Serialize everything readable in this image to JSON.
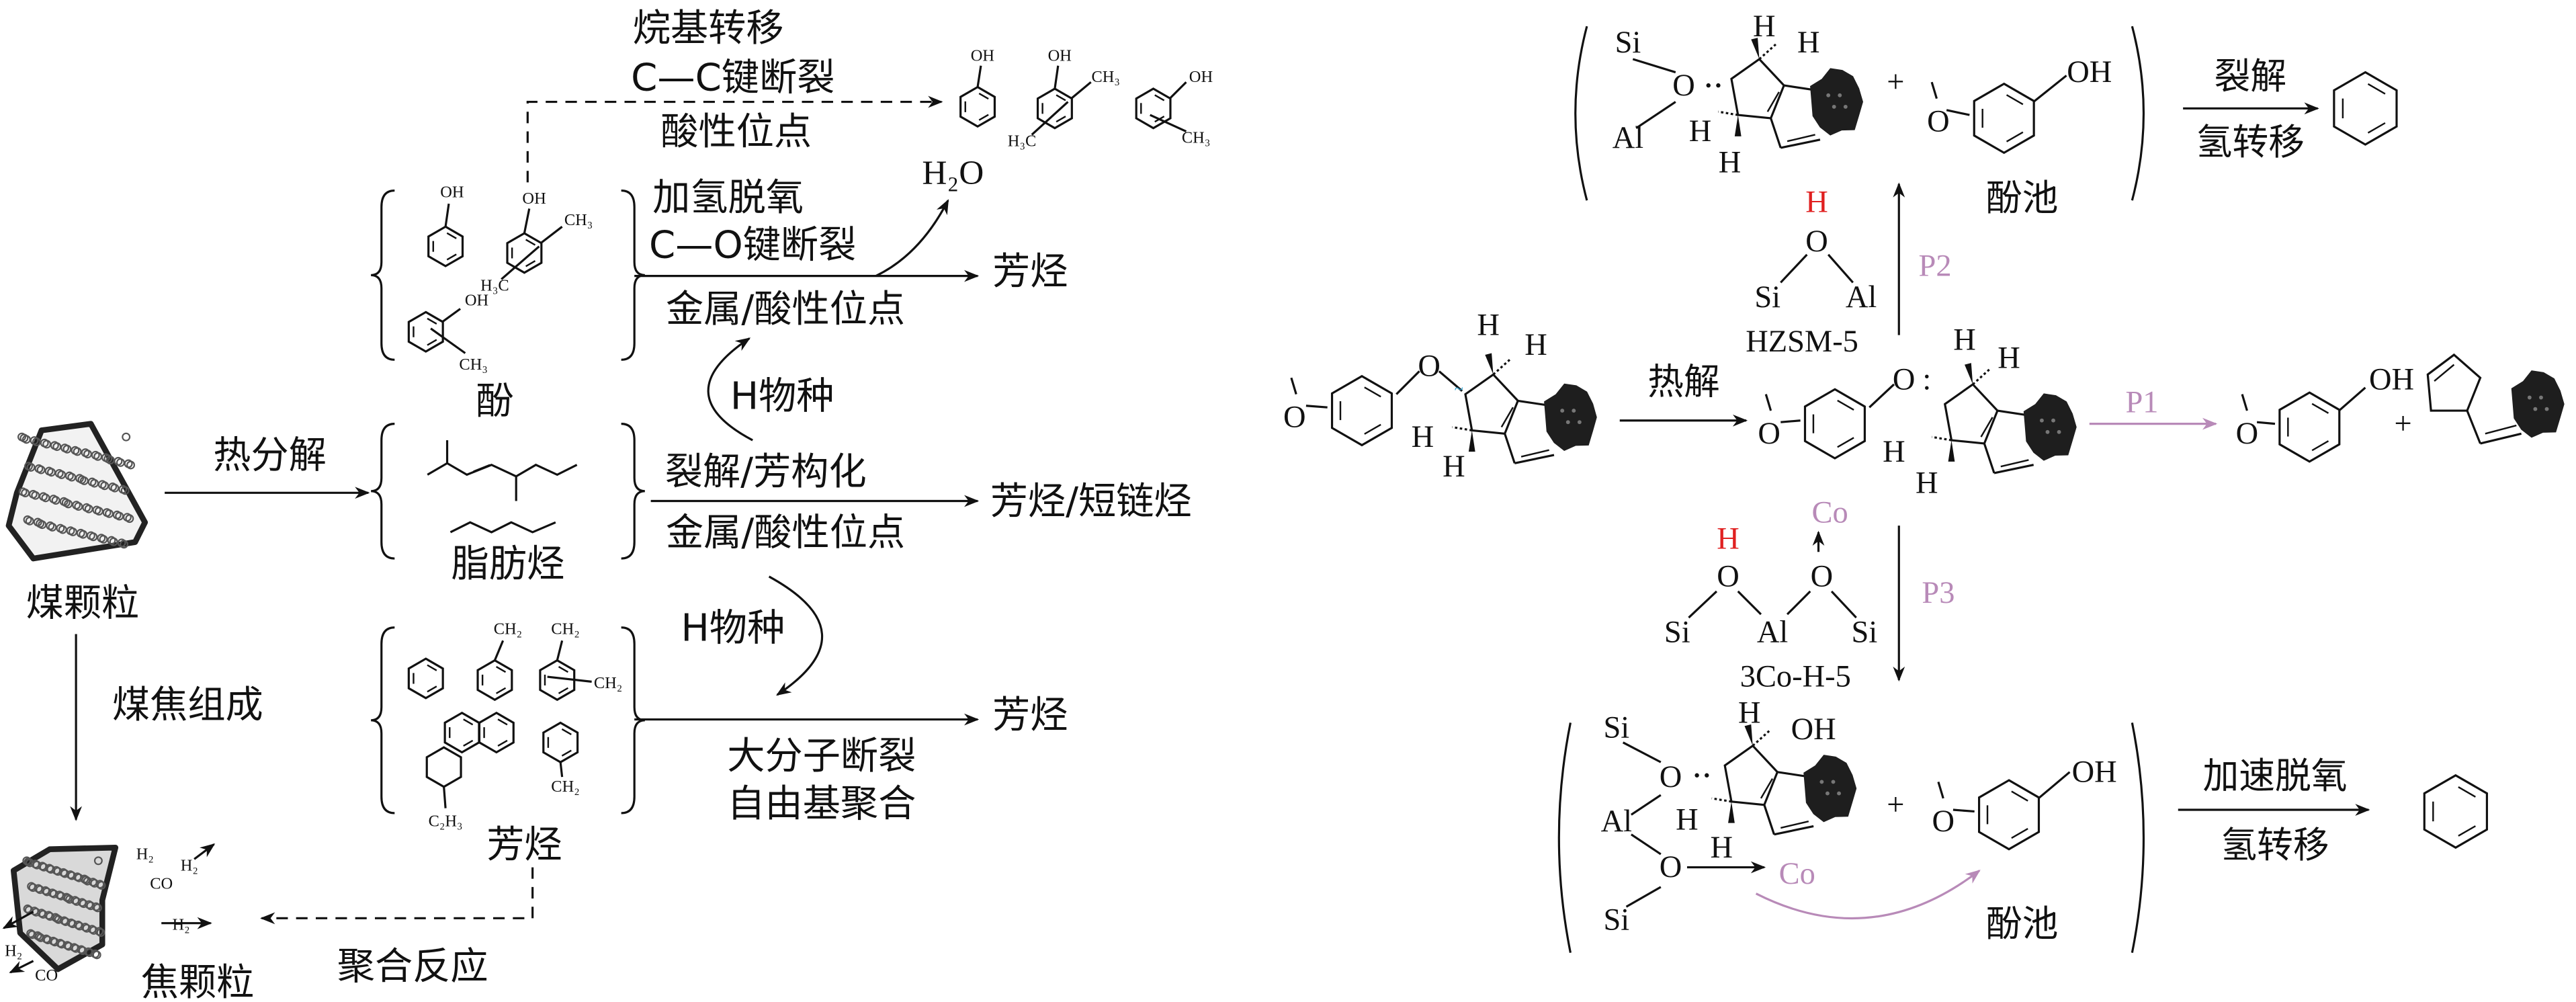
{
  "colors": {
    "ink": "#111111",
    "acid_h": "#e02020",
    "pathway": "#b88ab8",
    "blob": "#1e1e1e"
  },
  "left": {
    "alkyl_transfer": "烷基转移",
    "cc_cleavage": "C—C键断裂",
    "acid_sites": "酸性位点",
    "hdo": "加氢脱氧",
    "co_cleavage": "C—O键断裂",
    "aromatics_a": "芳烃",
    "metal_acid_a": "金属/酸性位点",
    "h2o": "H₂O",
    "phenols": "酚",
    "h_species_a": "H物种",
    "pyrolysis": "热分解",
    "cracking_aromatization": "裂解/芳构化",
    "aromatics_short_chain": "芳烃/短链烃",
    "metal_acid_b": "金属/酸性位点",
    "aliphatics": "脂肪烃",
    "coal_particle": "煤颗粒",
    "char_composition": "煤焦组成",
    "h_species_b": "H物种",
    "aromatics_b": "芳烃",
    "macromolecule_cleavage": "大分子断裂",
    "radical_polymerization": "自由基聚合",
    "aromatics_label": "芳烃",
    "polymerization": "聚合反应",
    "coke_particle": "焦颗粒",
    "chem": {
      "oh": "OH",
      "ch3": "CH₃",
      "h3c": "H₃C",
      "ch2": "CH₂",
      "c2h3": "C₂H₃",
      "h2": "H₂",
      "co": "CO"
    }
  },
  "right": {
    "si": "Si",
    "al": "Al",
    "o": "O",
    "h": "H",
    "oh": "OH",
    "plus": "+",
    "colon": ":",
    "phenol_pool": "酚池",
    "cracking": "裂解",
    "hydrogen_transfer": "氢转移",
    "pyrolysis": "热解",
    "hzsm5": "HZSM-5",
    "p1": "P1",
    "p2": "P2",
    "p3": "P3",
    "co": "Co",
    "co_catalyst": "3Co-H-5",
    "accelerated_deoxygenation": "加速脱氧"
  }
}
